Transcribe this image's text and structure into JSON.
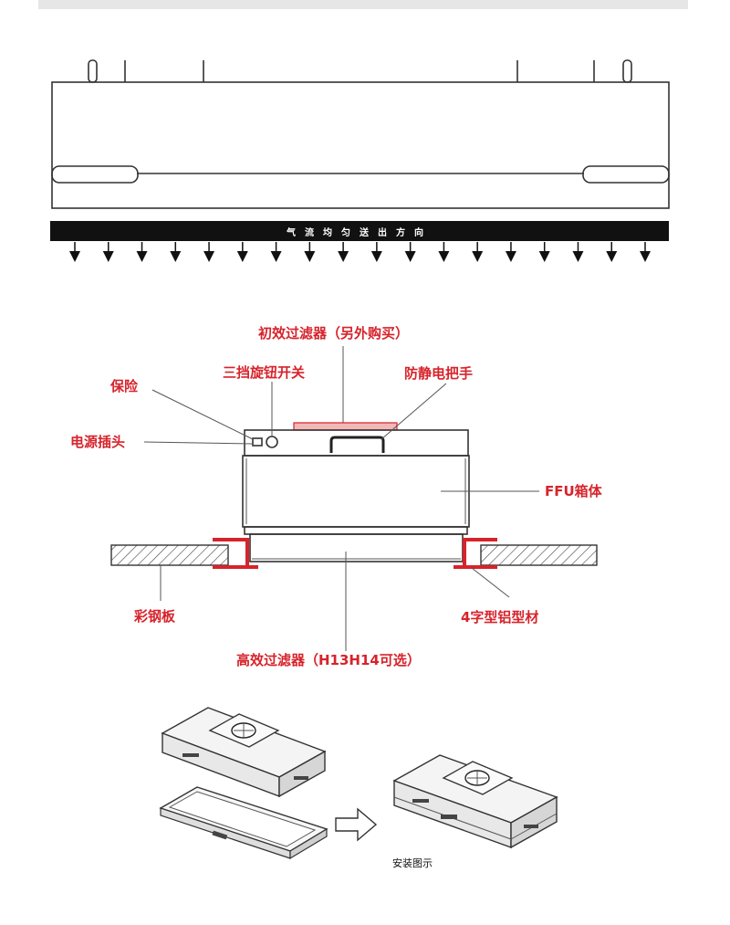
{
  "airflow": {
    "band_text": "气流均匀送出方向",
    "arrow_count": 18
  },
  "labels": {
    "pre_filter": "初效过滤器（另外购买）",
    "speed_switch": "三挡旋钮开关",
    "fuse": "保险",
    "antistatic_handle": "防静电把手",
    "power_plug": "电源插头",
    "ffu_box": "FFU箱体",
    "steel_plate": "彩钢板",
    "aluminum_profile": "4字型铝型材",
    "hepa_filter": "高效过滤器（H13H14可选）"
  },
  "install": {
    "caption": "安装图示"
  },
  "colors": {
    "accent_red": "#d7232b",
    "line": "#333333",
    "band": "#111111"
  }
}
